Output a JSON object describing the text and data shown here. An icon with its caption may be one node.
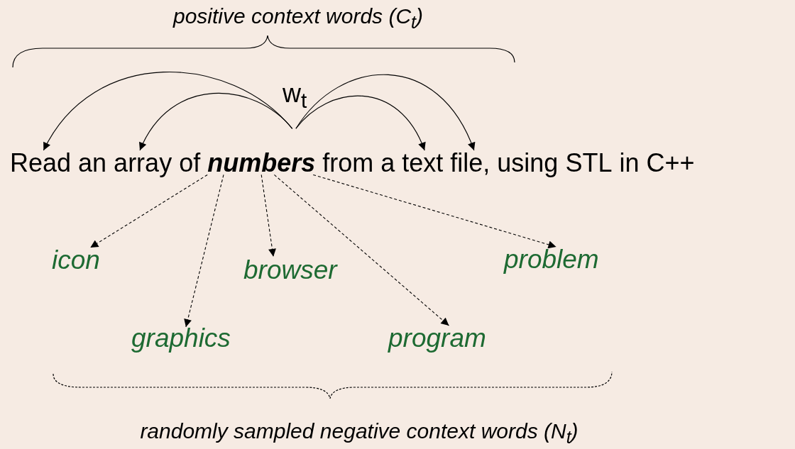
{
  "diagram": {
    "nodes": [
      {
        "text": [
          "w$_{t}$"
        ]
      },
      {
        "text": [
          "Read"
        ]
      },
      {
        "text": [
          "an"
        ]
      },
      {
        "text": [
          "array"
        ]
      },
      {
        "text": [
          "of"
        ]
      },
      {
        "text": [
          "**numbers**"
        ]
      },
      {
        "text": [
          "from"
        ]
      },
      {
        "text": [
          "a"
        ]
      },
      {
        "text": [
          "text"
        ]
      },
      {
        "text": [
          "file,"
        ]
      },
      {
        "text": [
          "using"
        ]
      },
      {
        "text": [
          "STL"
        ]
      },
      {
        "text": [
          "in"
        ]
      },
      {
        "text": [
          "C++"
        ]
      },
      {
        "text": [
          "icon"
        ]
      },
      {
        "text": [
          "browser"
        ]
      },
      {
        "text": [
          "problem"
        ]
      },
      {
        "text": [
          "graphics"
        ]
      },
      {
        "text": [
          "program"
        ]
      }
    ],
    "edges": [
      {
        "from": 0,
        "to": 1,
        "arrow": "to"
      },
      {
        "from": 0,
        "to": 3,
        "arrow": "to"
      },
      {
        "from": 0,
        "to": 8,
        "arrow": "to"
      },
      {
        "from": 0,
        "to": 9,
        "arrow": "to"
      },
      {
        "from": 5,
        "to": 14,
        "arrow": "to",
        "style": "dashed"
      },
      {
        "from": 5,
        "to": 17,
        "arrow": "to",
        "style": "dashed"
      },
      {
        "from": 5,
        "to": 15,
        "arrow": "to",
        "style": "dashed"
      },
      {
        "from": 5,
        "to": 18,
        "arrow": "to",
        "style": "dashed"
      },
      {
        "from": 5,
        "to": 16,
        "arrow": "to",
        "style": "dashed"
      }
    ],
    "labels": [
      "positive context words (C$_{t}$)",
      "randomly sampled negative context words (N$_{t}$)"
    ]
  }
}
